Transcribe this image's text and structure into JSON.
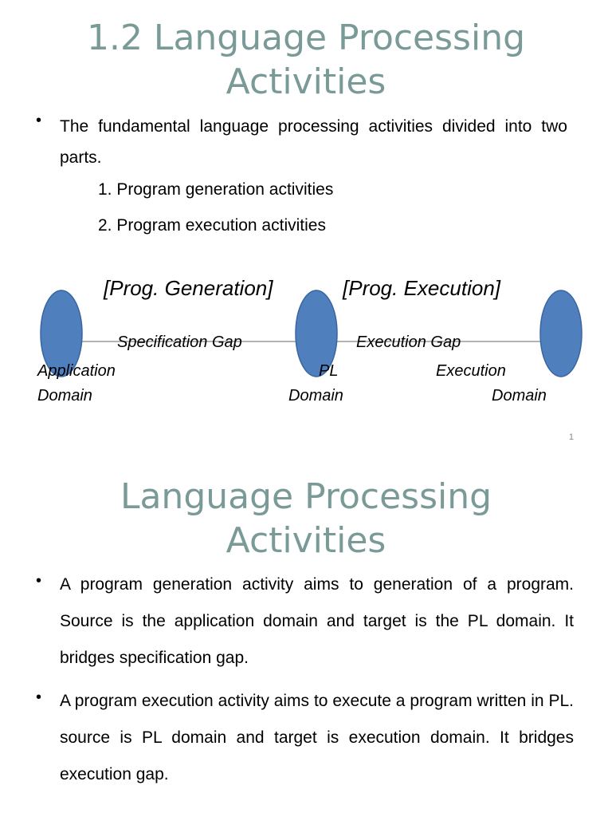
{
  "slide1": {
    "title": "1.2 Language Processing Activities",
    "intro": "The fundamental language processing activities divided into two parts.",
    "items": [
      "1. Program generation activities",
      "2. Program execution activities"
    ],
    "diagram": {
      "gen_label": "[Prog. Generation]",
      "exec_label": "[Prog. Execution]",
      "gap1": "Specification Gap",
      "gap2": "Execution Gap",
      "domains": [
        {
          "line1": "Application",
          "line2": "Domain"
        },
        {
          "line1": "PL",
          "line2": "Domain"
        },
        {
          "line1": "Execution",
          "line2": "Domain"
        }
      ],
      "node_color": "#4f7fbd",
      "node_border": "#3a66a0"
    },
    "page_number": "1"
  },
  "slide2": {
    "title": "Language Processing Activities",
    "bullets": [
      "A program generation activity aims to generation of a program. Source is the application domain and target is the PL domain. It bridges specification gap.",
      "A program execution activity aims to execute a program written in PL. source is PL domain and target is execution domain. It bridges execution gap."
    ]
  }
}
